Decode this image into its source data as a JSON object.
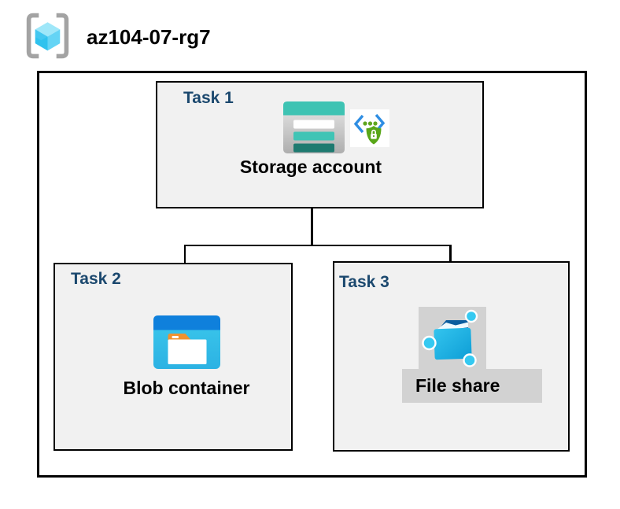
{
  "resource_group": {
    "name": "az104-07-rg7",
    "icon": "resource-group-icon"
  },
  "tasks": {
    "task1": {
      "label": "Task 1",
      "resource": "Storage account",
      "icons": [
        "storage-account-icon",
        "secure-endpoint-icon"
      ]
    },
    "task2": {
      "label": "Task 2",
      "resource": "Blob container",
      "icons": [
        "blob-container-icon"
      ]
    },
    "task3": {
      "label": "Task 3",
      "resource": "File share",
      "icons": [
        "file-share-icon"
      ]
    }
  },
  "connections": [
    {
      "from": "Storage account",
      "to": "Blob container"
    },
    {
      "from": "Storage account",
      "to": "File share"
    }
  ],
  "colors": {
    "task_label": "#1b486e",
    "box_fill": "#f1f1f1",
    "border": "#000000",
    "storage_teal": "#3ec3b3",
    "storage_teal_dark": "#1e7a70",
    "blob_blue": "#0f80dc",
    "blob_cyan": "#32bfe7",
    "folder_tab_orange": "#f0922e",
    "secure_green": "#58a618",
    "bracket_blue": "#2f8ee3",
    "fileshare_cyan": "#1fb2e4",
    "fileshare_navy": "#0a5c9e",
    "node_cyan": "#35c9f1",
    "highlight_gray": "#d2d2d2",
    "rg_cube_top": "#9fe7f9",
    "rg_cube_left": "#2fc2ee",
    "rg_cube_right": "#64d4f5",
    "rg_bracket_gray": "#a3a3a3"
  }
}
